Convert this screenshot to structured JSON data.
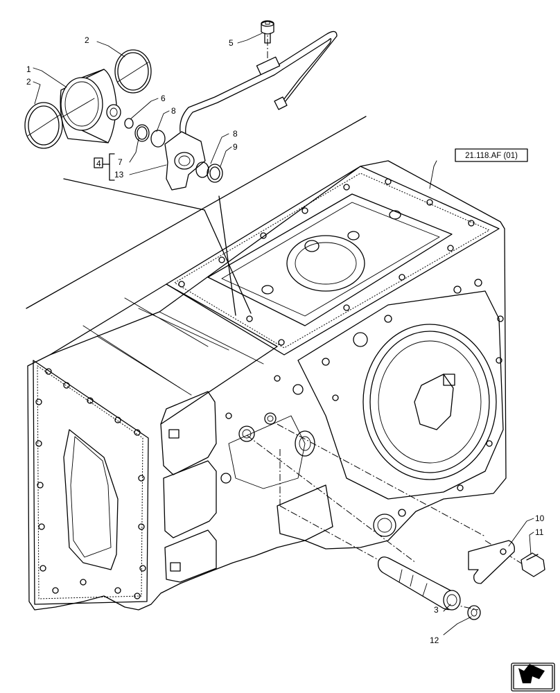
{
  "labels": {
    "c1": "1",
    "c2a": "2",
    "c2b": "2",
    "c3": "3",
    "c4": "4",
    "c5": "5",
    "c6": "6",
    "c7": "7",
    "c8a": "8",
    "c8b": "8",
    "c9": "9",
    "c10": "10",
    "c11": "11",
    "c12": "12",
    "c13": "13"
  },
  "reference": "21.118.AF (01)",
  "icons": {
    "nav": "arrow-back-icon"
  }
}
